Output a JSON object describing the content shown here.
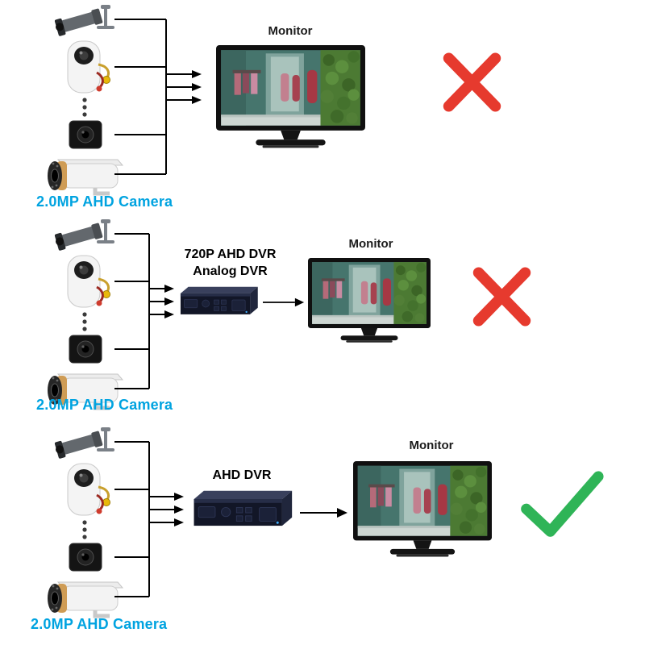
{
  "title": "AHD camera to DVR connection compatibility diagram",
  "colors": {
    "caption_blue": "#00a3e0",
    "wrong_red": "#e63a2e",
    "correct_green": "#2fb457",
    "line_black": "#000000"
  },
  "icons": {
    "wrong_mark": "cross-icon",
    "correct_mark": "check-icon",
    "cameras": [
      "bullet-camera-icon",
      "pir-camera-icon",
      "mini-camera-icon",
      "ir-bullet-camera-icon"
    ]
  },
  "sections": [
    {
      "id": "cameras-direct-to-monitor",
      "caption": "2.0MP AHD Camera",
      "monitor_label": "Monitor",
      "result": "wrong"
    },
    {
      "id": "cameras-to-720p-or-analog-dvr",
      "caption": "2.0MP AHD Camera",
      "dvr_label_line1": "720P AHD DVR",
      "dvr_label_line2": "Analog DVR",
      "monitor_label": "Monitor",
      "result": "wrong"
    },
    {
      "id": "cameras-to-ahd-dvr",
      "caption": "2.0MP AHD Camera",
      "dvr_label": "AHD DVR",
      "monitor_label": "Monitor",
      "result": "correct"
    }
  ]
}
